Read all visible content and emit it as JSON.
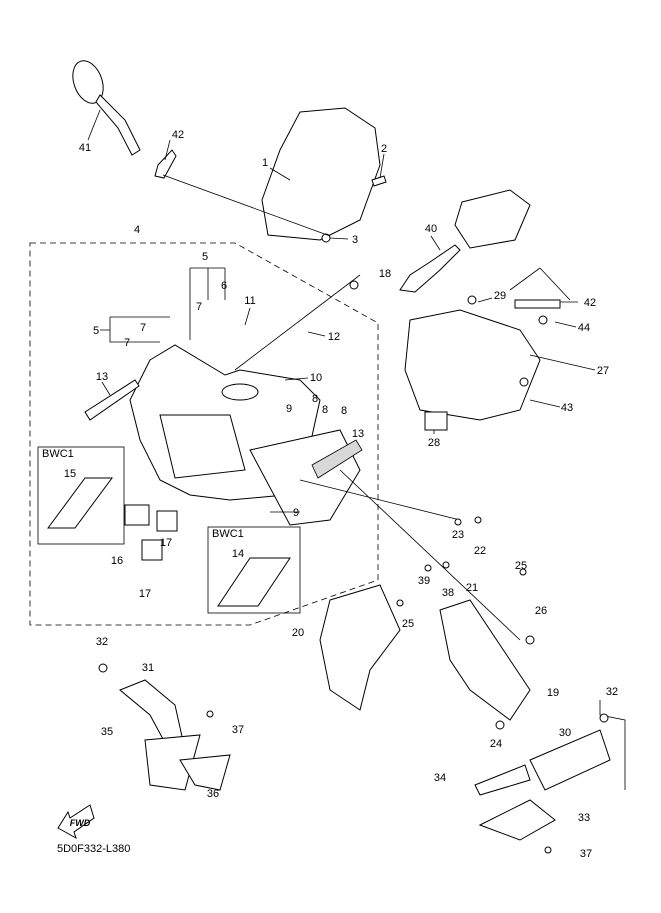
{
  "diagram": {
    "code": "5D0F332-L380",
    "fwd_label": "FWD",
    "kit_label_1": "BWC1",
    "kit_label_2": "BWC1",
    "callouts": [
      "41",
      "42",
      "1",
      "2",
      "3",
      "4",
      "5",
      "6",
      "7",
      "11",
      "5",
      "7",
      "7",
      "18",
      "12",
      "40",
      "29",
      "42",
      "44",
      "27",
      "43",
      "28",
      "13",
      "10",
      "9",
      "8",
      "8",
      "8",
      "13",
      "15",
      "16",
      "17",
      "17",
      "14",
      "9",
      "23",
      "22",
      "39",
      "38",
      "21",
      "25",
      "26",
      "25",
      "20",
      "19",
      "24",
      "32",
      "31",
      "37",
      "35",
      "36",
      "32",
      "30",
      "34",
      "33",
      "37"
    ]
  }
}
